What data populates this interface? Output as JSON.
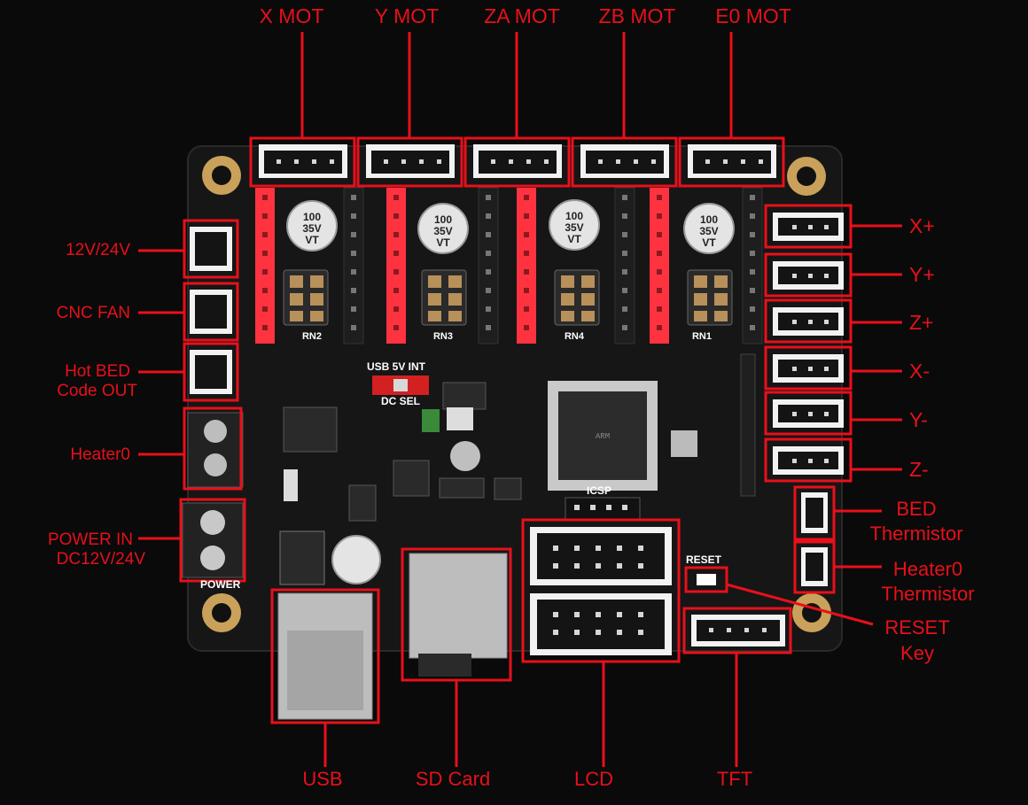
{
  "top_labels": [
    "X MOT",
    "Y MOT",
    "ZA MOT",
    "ZB MOT",
    "E0 MOT"
  ],
  "left_labels": {
    "power_12v24v": "12V/24V",
    "cnc_fan": "CNC FAN",
    "hot_bed_code_out": [
      "Hot BED",
      "Code OUT"
    ],
    "heater0": "Heater0",
    "power_in": [
      "POWER IN",
      "DC12V/24V"
    ]
  },
  "right_labels": {
    "endstops": [
      "X+",
      "Y+",
      "Z+",
      "X-",
      "Y-",
      "Z-"
    ],
    "bed_thermistor": [
      "BED",
      "Thermistor"
    ],
    "heater0_thermistor": [
      "Heater0",
      "Thermistor"
    ],
    "reset_key": [
      "RESET",
      "Key"
    ]
  },
  "bottom_labels": [
    "USB",
    "SD Card",
    "LCD",
    "TFT"
  ],
  "board_silkscreen": {
    "usb_5v_int": "USB 5V INT",
    "dc_sel": "DC SEL",
    "icsp": "ICSP",
    "reset": "RESET",
    "power": "POWER",
    "rn": [
      "RN2",
      "RN3",
      "RN4",
      "RN1"
    ],
    "cap": [
      "100",
      "35V",
      "VT"
    ]
  },
  "colors": {
    "annotation": "#e8101a",
    "background": "#0a0a0a",
    "board": "#161616",
    "header_red": "#ff3340",
    "mount_hole": "#c9a15a"
  }
}
